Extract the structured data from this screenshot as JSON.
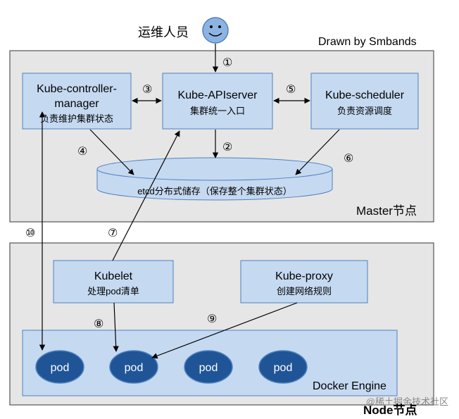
{
  "header": {
    "operator_label": "运维人员",
    "credit": "Drawn by Smbands"
  },
  "master": {
    "label": "Master节点",
    "controller": {
      "title_line1": "Kube-controller-",
      "title_line2": "manager",
      "subtitle": "负责维护集群状态"
    },
    "apiserver": {
      "title": "Kube-APIserver",
      "subtitle": "集群统一入口"
    },
    "scheduler": {
      "title": "Kube-scheduler",
      "subtitle": "负责资源调度"
    },
    "etcd": {
      "label": "etcd分布式储存（保存整个集群状态）"
    }
  },
  "node": {
    "label": "Node节点",
    "kubelet": {
      "title": "Kubelet",
      "subtitle": "处理pod清单"
    },
    "proxy": {
      "title": "Kube-proxy",
      "subtitle": "创建网络规则"
    },
    "docker": {
      "label": "Docker Engine"
    },
    "pods": [
      "pod",
      "pod",
      "pod",
      "pod"
    ]
  },
  "steps": [
    "①",
    "②",
    "③",
    "④",
    "⑤",
    "⑥",
    "⑦",
    "⑧",
    "⑨",
    "⑩"
  ],
  "watermark": "@稀土掘金技术社区",
  "colors": {
    "panel": "#e6e6e6",
    "box": "#c5d9f1",
    "pod": "#1f5597",
    "docker": "#c5d9f1",
    "face": "#8db3e2"
  }
}
